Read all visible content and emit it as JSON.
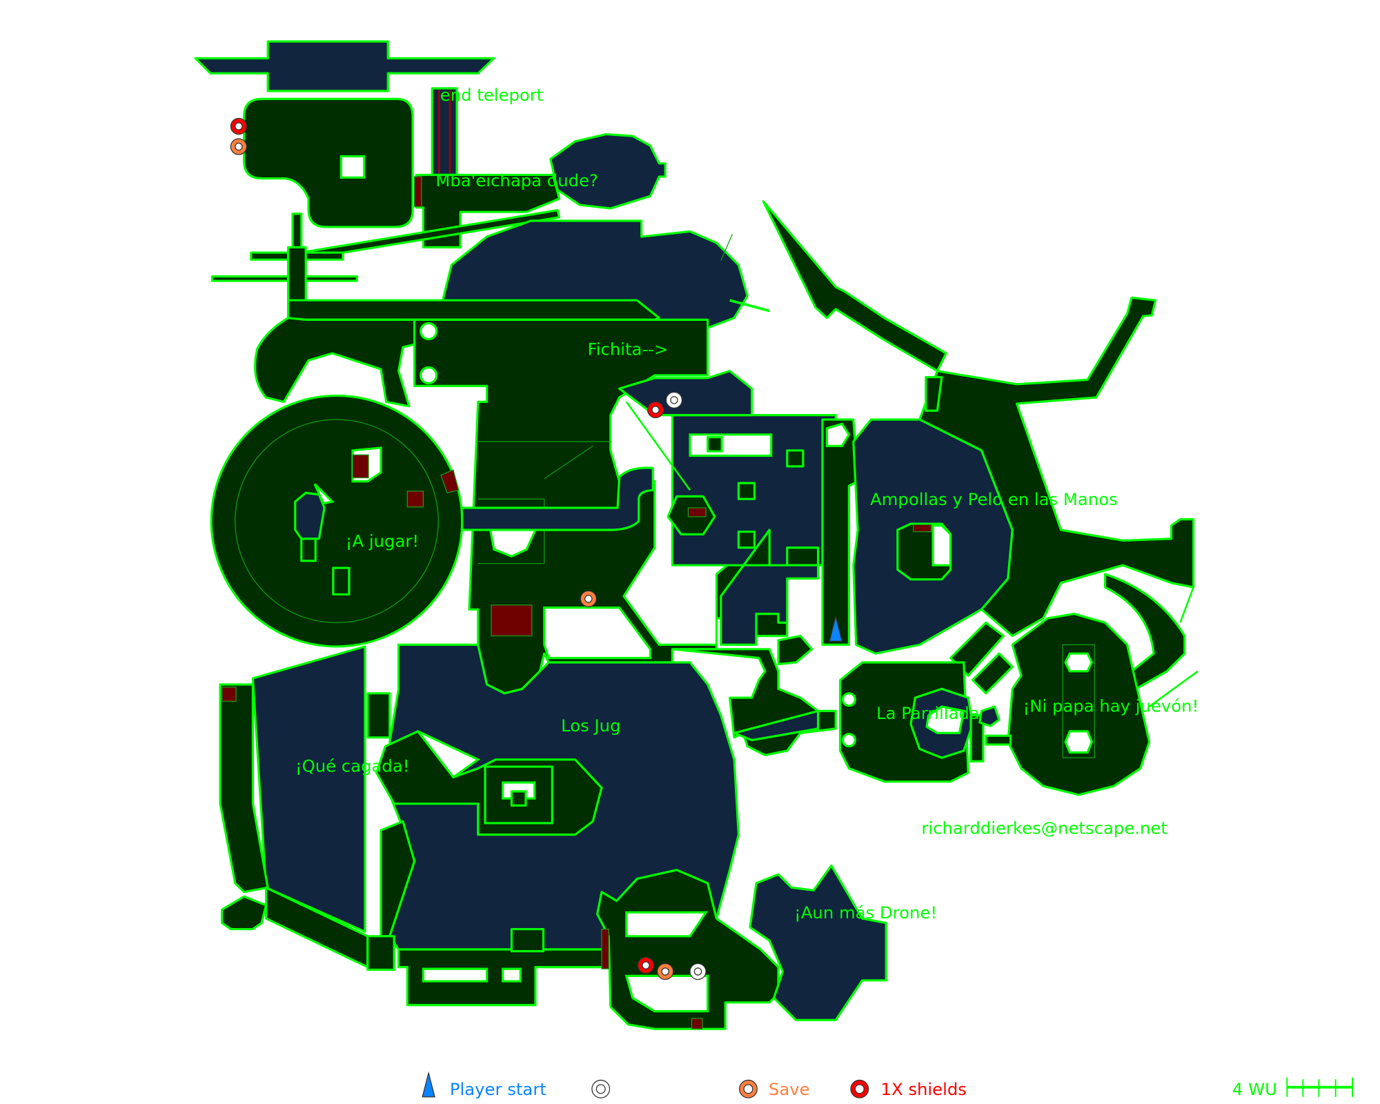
{
  "map": {
    "colors": {
      "background": "#ffffff",
      "floor": "#002e00",
      "liquid": "#11253f",
      "wall_line": "#00ff00",
      "platform": "#6e0000",
      "label": "#00ff00"
    },
    "annotations": [
      "end teleport",
      "Mba'eichapa dude?",
      "Fichita-->",
      "Ampollas y Pelo en las Manos",
      "¡A jugar!",
      "La Parrillada",
      "¡Ni papa hay juevón!",
      "Los Jug",
      "¡Qué cagada!",
      "richarddierkes@netscape.net",
      "¡Aun más Drone!"
    ]
  },
  "legend": {
    "player_start": {
      "label": "Player start",
      "color": "#0a84ff",
      "icon": "triangle-icon"
    },
    "unlabeled_item": {
      "label": "",
      "color": "#ffffff",
      "icon": "ring-icon"
    },
    "save": {
      "label": "Save",
      "color": "#ff7f3f",
      "icon": "ring-icon"
    },
    "shields": {
      "label": "1X shields",
      "color": "#ff0000",
      "icon": "ring-icon"
    },
    "scale": {
      "label": "4 WU",
      "segments": 4
    }
  }
}
